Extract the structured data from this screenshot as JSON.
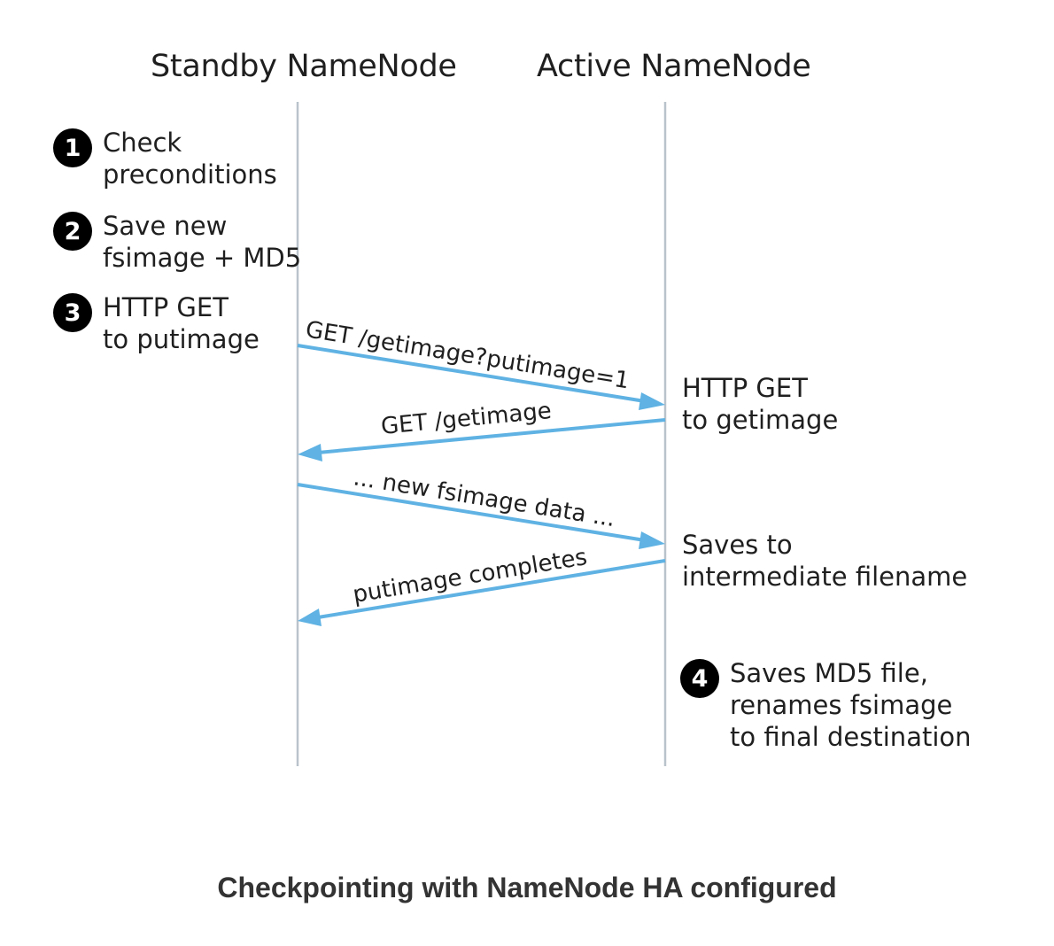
{
  "diagram": {
    "lifelines": {
      "standby": "Standby NameNode",
      "active": "Active NameNode"
    },
    "steps": [
      {
        "number": "1",
        "lines": [
          "Check",
          "preconditions"
        ]
      },
      {
        "number": "2",
        "lines": [
          "Save new",
          "fsimage + MD5"
        ]
      },
      {
        "number": "3",
        "lines": [
          "HTTP GET",
          "to putimage"
        ]
      },
      {
        "number": "4",
        "lines": [
          "Saves MD5 file,",
          "renames fsimage",
          "to final destination"
        ]
      }
    ],
    "messages": [
      {
        "label": "GET /getimage?putimage=1",
        "from": "standby",
        "to": "active"
      },
      {
        "label": "GET /getimage",
        "from": "active",
        "to": "standby"
      },
      {
        "label": "... new fsimage data ...",
        "from": "standby",
        "to": "active"
      },
      {
        "label": "putimage completes",
        "from": "active",
        "to": "standby"
      }
    ],
    "active_notes": [
      {
        "lines": [
          "HTTP GET",
          "to getimage"
        ]
      },
      {
        "lines": [
          "Saves to",
          "intermediate filename"
        ]
      }
    ],
    "colors": {
      "lifeline": "#b9c3cb",
      "arrow": "#5fb2e3",
      "badge": "#000000"
    }
  },
  "caption": "Checkpointing with NameNode HA configured"
}
